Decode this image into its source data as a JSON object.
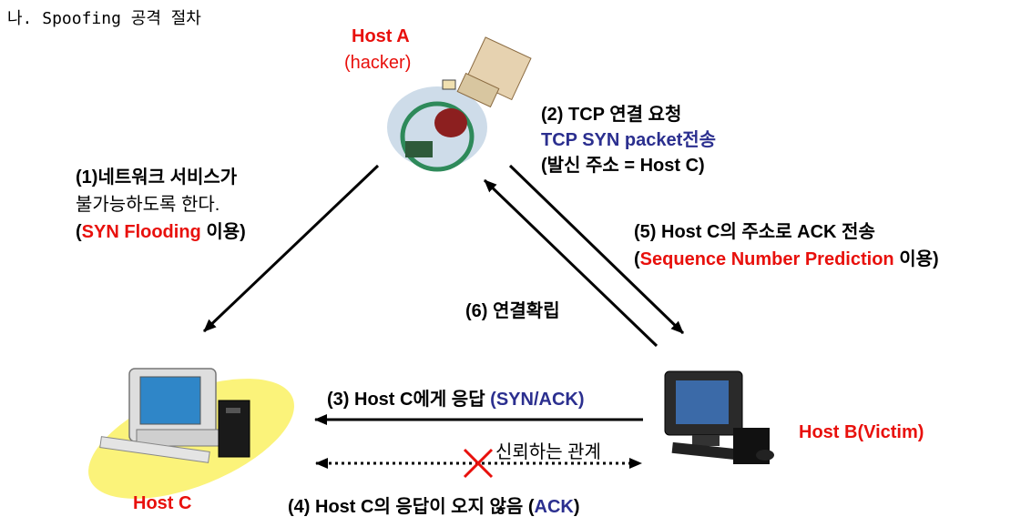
{
  "title": "나. Spoofing 공격 절차",
  "hosts": {
    "host_a": {
      "name": "Host A",
      "role": "(hacker)"
    },
    "host_b": {
      "name": "Host B(Victim)"
    },
    "host_c": {
      "name": "Host C"
    }
  },
  "steps": {
    "step1": {
      "line1": "(1)네트워크 서비스가",
      "line2": "불가능하도록 한다.",
      "line3_prefix": "(",
      "line3_highlight": "SYN Flooding",
      "line3_suffix": " 이용)"
    },
    "step2": {
      "line1": "(2) TCP 연결 요청",
      "line2": "TCP SYN packet전송",
      "line3": "(발신 주소 = Host C)"
    },
    "step3": {
      "prefix": "(3) Host C에게 응답 ",
      "highlight": "(SYN/ACK)"
    },
    "step4": {
      "prefix": "(4) Host C의 응답이 오지 않음  (",
      "highlight": "ACK",
      "suffix": ")"
    },
    "step5": {
      "line1": "(5) Host C의 주소로 ACK 전송",
      "line2_prefix": "(",
      "line2_highlight": "Sequence Number Prediction",
      "line2_suffix": " 이용)"
    },
    "step6": {
      "text": "(6) 연결확립"
    },
    "trust": {
      "text": "신뢰하는 관계"
    }
  },
  "colors": {
    "red": "#e8100c",
    "blue": "#2b2f8f",
    "ellipse": "#fbf37a"
  }
}
